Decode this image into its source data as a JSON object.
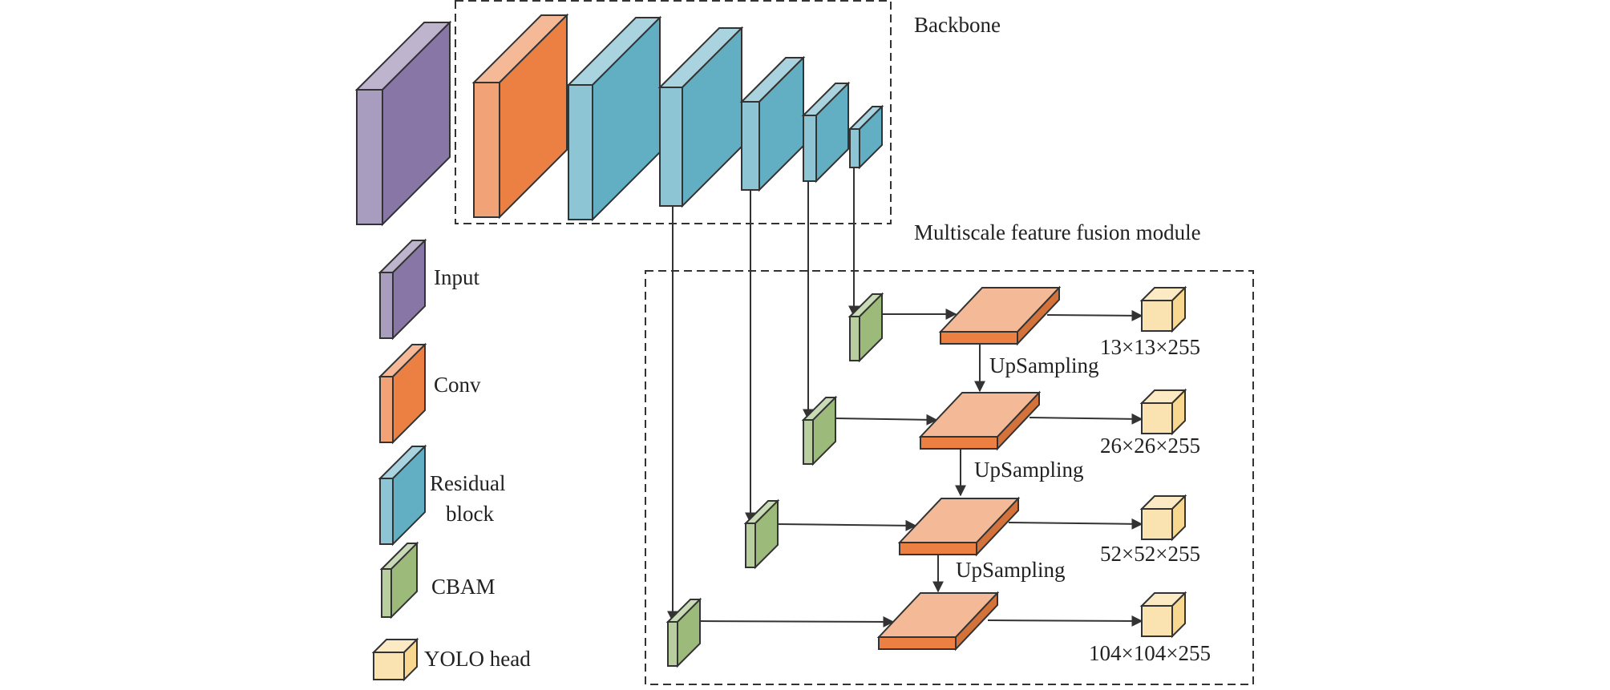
{
  "labels": {
    "backbone": "Backbone",
    "fusion": "Multiscale feature fusion module",
    "upsampling": "UpSampling"
  },
  "outputs": [
    "13×13×255",
    "26×26×255",
    "52×52×255",
    "104×104×255"
  ],
  "legend": {
    "input": "Input",
    "conv": "Conv",
    "residual_1": "Residual",
    "residual_2": "block",
    "cbam": "CBAM",
    "yolo": "YOLO head"
  },
  "colors": {
    "input": "#8877a6",
    "conv": "#ec7f42",
    "residual": "#62afc4",
    "cbam": "#9cbb7a",
    "fusion_block": "#f4b996",
    "fusion_edge": "#ec7f42",
    "yolo": "#f8d891"
  }
}
